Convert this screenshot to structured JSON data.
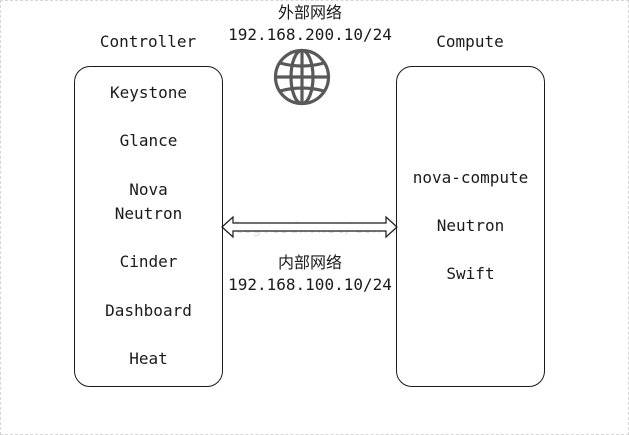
{
  "colors": {
    "stroke": "#1a1a1a",
    "globe": "#595959",
    "watermark": "#dcdcdc"
  },
  "external_network": {
    "title": "外部网络",
    "cidr": "192.168.200.10/24",
    "icon": "globe-icon"
  },
  "internal_network": {
    "title": "内部网络",
    "cidr": "192.168.100.10/24",
    "icon": "double-arrow-icon"
  },
  "controller": {
    "title": "Controller",
    "services": [
      "Keystone",
      "Glance",
      "Nova",
      "Neutron",
      "Cinder",
      "Dashboard",
      "Heat"
    ]
  },
  "compute": {
    "title": "Compute",
    "services": [
      "nova-compute",
      "Neutron",
      "Swift"
    ]
  },
  "watermark": "http://blog.csdn.net/controllerha"
}
